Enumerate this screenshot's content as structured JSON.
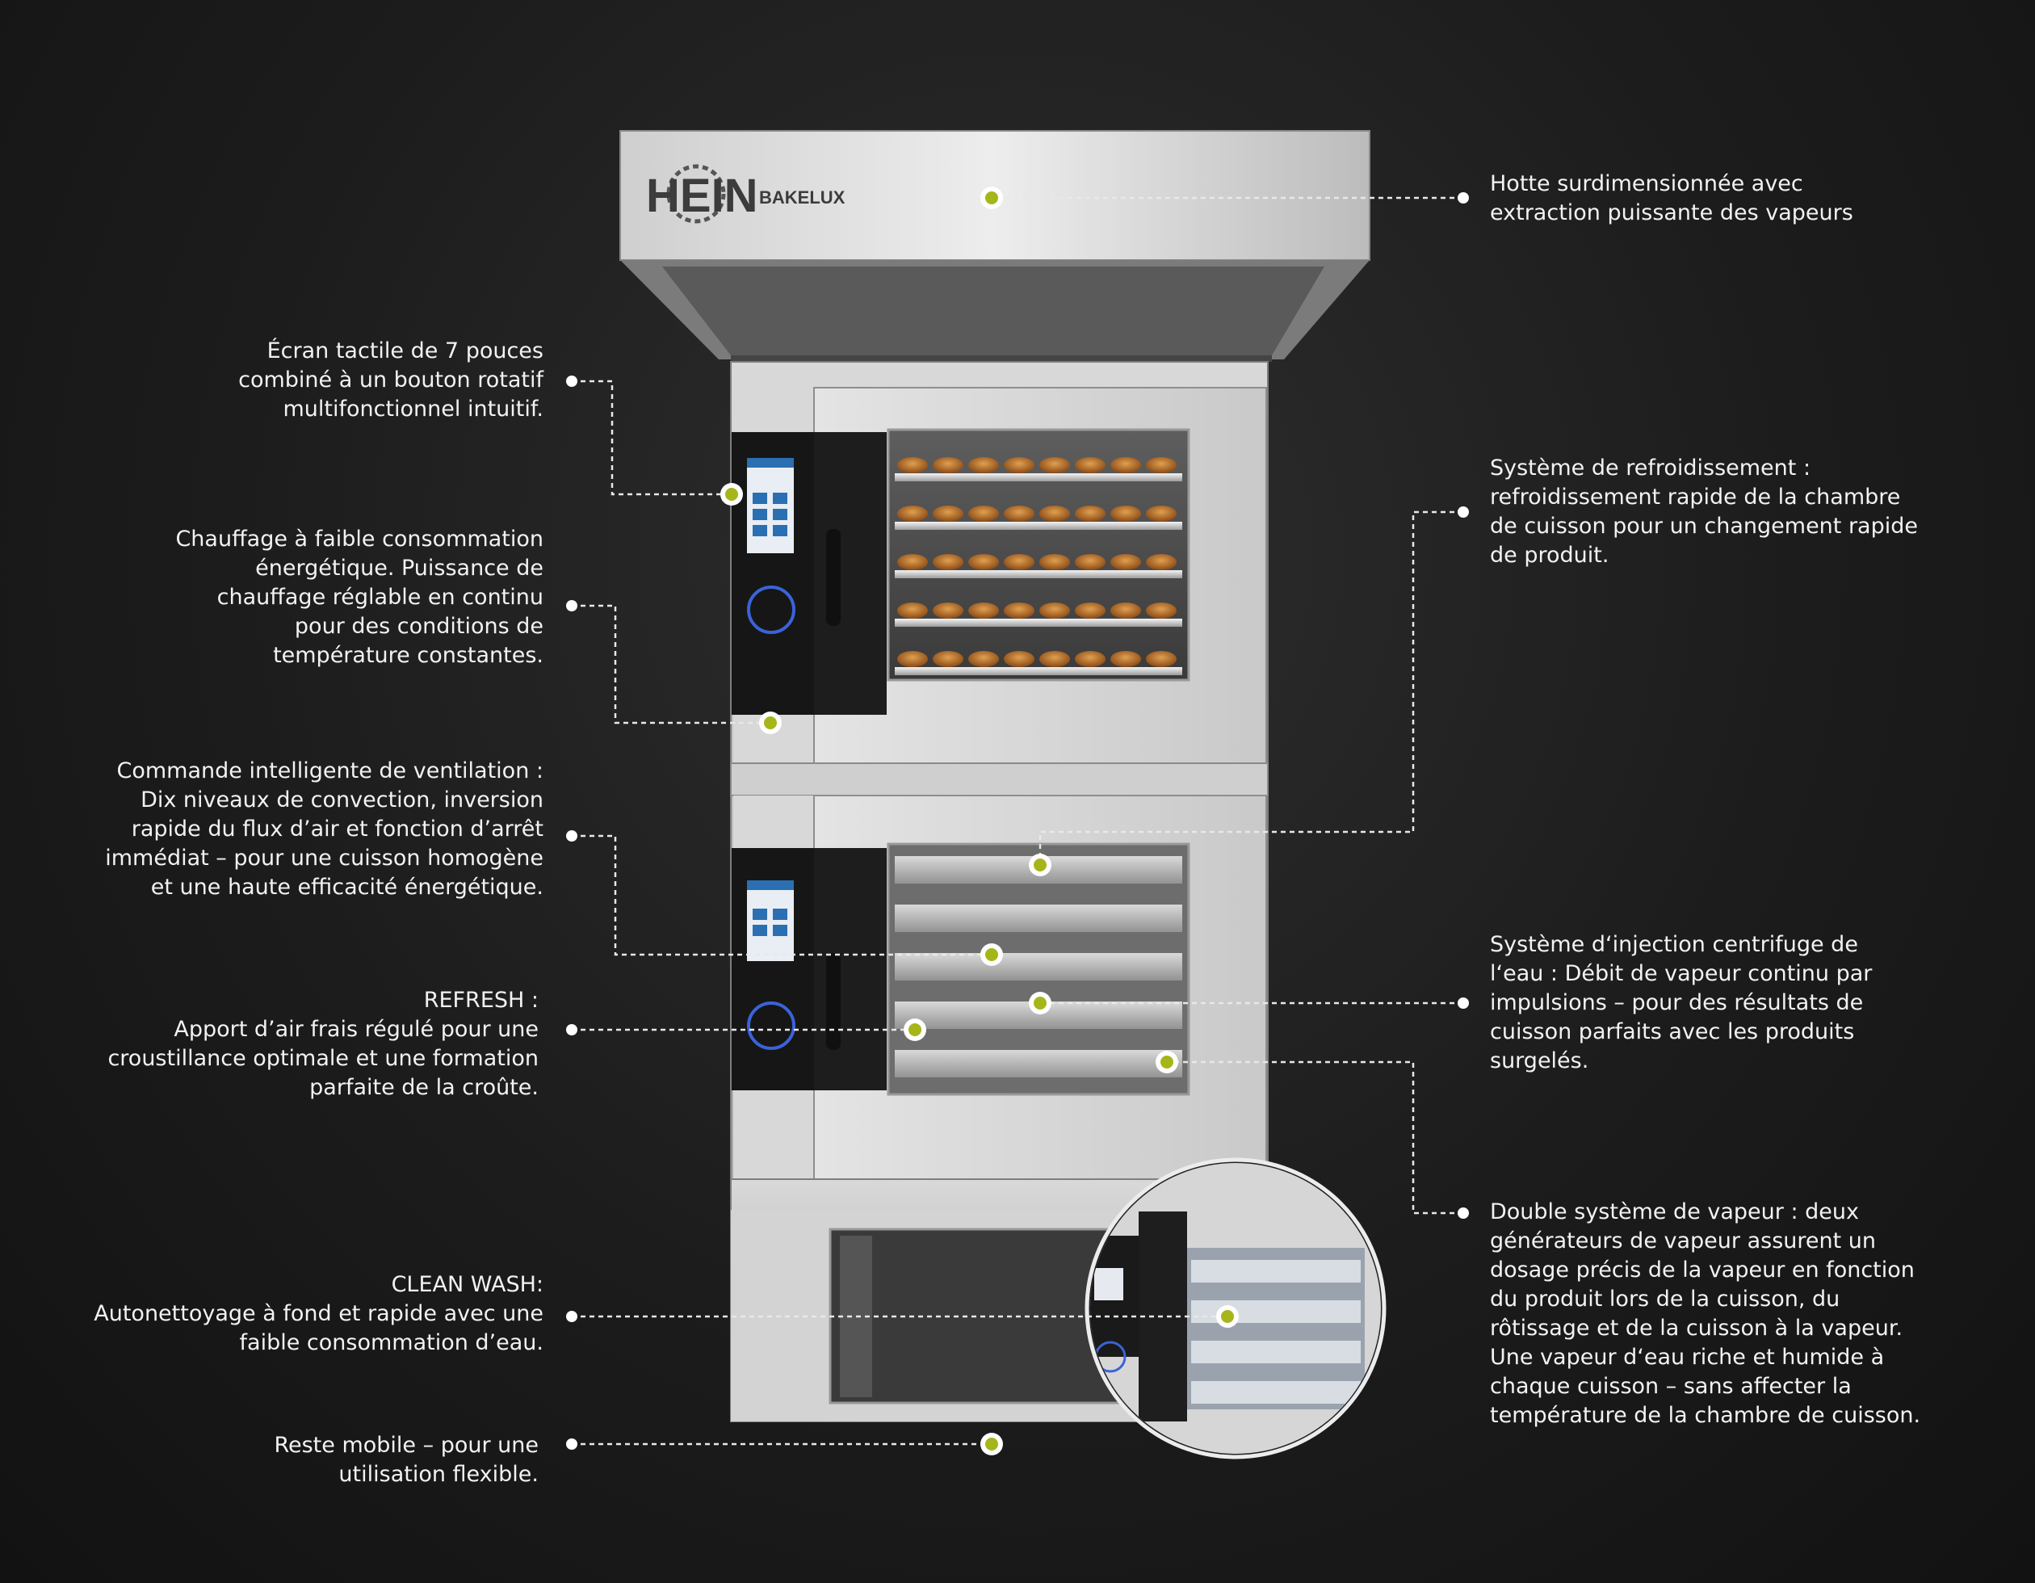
{
  "brand": {
    "logo_text": "HEIN",
    "model": "BAKELUX",
    "accent_color": "#a6b51a"
  },
  "features": {
    "hood": {
      "lines": [
        "Hotte surdimensionnée avec",
        "extraction puissante des vapeurs"
      ]
    },
    "touchscreen": {
      "lines": [
        "Écran tactile de 7 pouces",
        "combiné à un bouton rotatif",
        "multifonctionnel intuitif."
      ]
    },
    "heating": {
      "lines": [
        "Chauffage à faible consommation",
        "énergétique. Puissance de",
        "chauffage réglable en continu",
        "pour des conditions de",
        "température constantes."
      ]
    },
    "cooling": {
      "lines": [
        "Système de refroidissement :",
        "refroidissement rapide de la chambre",
        "de cuisson pour un changement rapide",
        "de produit."
      ]
    },
    "ventilation": {
      "lines": [
        "Commande intelligente de ventilation :",
        "Dix niveaux de convection, inversion",
        "rapide du flux d’air et fonction d’arrêt",
        "immédiat – pour une cuisson homogène",
        "et une haute efficacité énergétique."
      ]
    },
    "injection": {
      "lines": [
        "Système d‘injection centrifuge de",
        "l‘eau : Débit de vapeur continu par",
        "impulsions – pour des résultats de",
        "cuisson parfaits avec les produits",
        "surgelés."
      ]
    },
    "refresh": {
      "lines": [
        "REFRESH :",
        "Apport d’air frais régulé pour une",
        "croustillance optimale et une formation",
        "parfaite de la croûte."
      ]
    },
    "double_steam": {
      "lines": [
        "Double système de vapeur : deux",
        "générateurs de vapeur assurent un",
        "dosage précis de la vapeur en fonction",
        "du produit lors de la cuisson, du",
        "rôtissage et de la cuisson à la vapeur.",
        "Une   vapeur d‘eau riche et humide à",
        "chaque cuisson – sans affecter la",
        "température de la chambre de cuisson."
      ]
    },
    "clean_wash": {
      "lines": [
        "CLEAN WASH:",
        "Autonettoyage à fond et rapide avec une",
        "faible consommation d’eau."
      ]
    },
    "mobile": {
      "lines": [
        "Reste mobile – pour une",
        "utilisation flexible."
      ]
    }
  }
}
